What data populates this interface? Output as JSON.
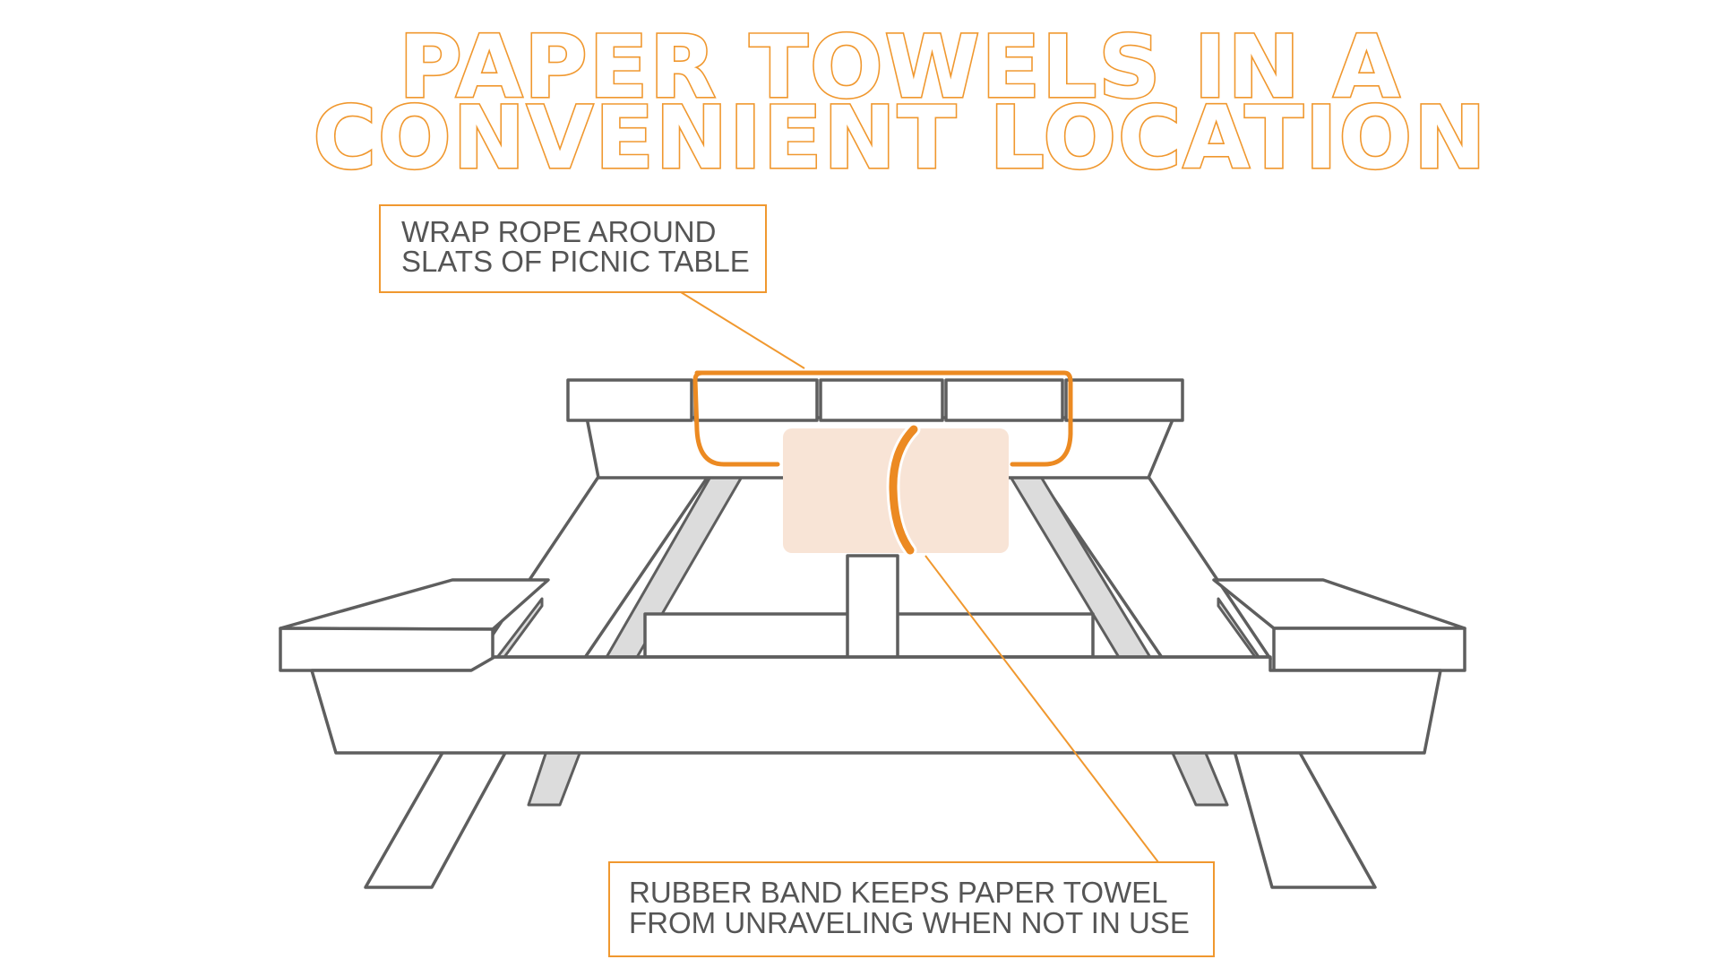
{
  "title": {
    "line1": "PAPER TOWELS IN A",
    "line2": "CONVENIENT LOCATION"
  },
  "callouts": {
    "rope": {
      "line1": "WRAP ROPE AROUND",
      "line2": "SLATS OF PICNIC TABLE"
    },
    "band": {
      "line1": "RUBBER BAND KEEPS PAPER TOWEL",
      "line2": "FROM UNRAVELING WHEN NOT IN USE"
    }
  },
  "colors": {
    "accent": "#f0982f",
    "rope": "#ec8a22",
    "towel": "#f8e4d6",
    "outline": "#5e5e5e",
    "text": "#555555"
  }
}
